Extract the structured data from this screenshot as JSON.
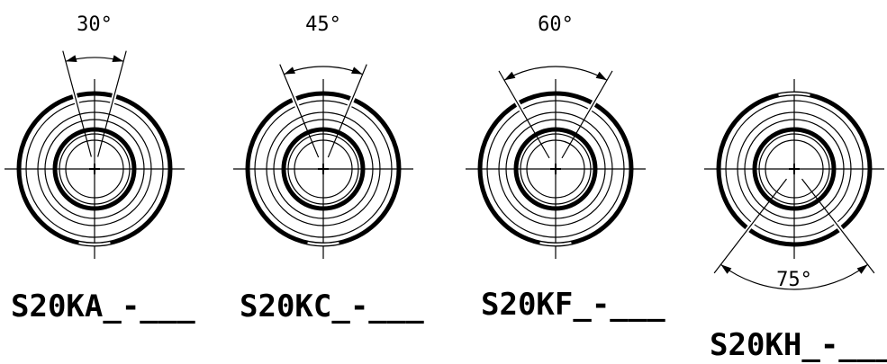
{
  "views": [
    {
      "name": "S20KA_-___",
      "angle_label": "30°",
      "angle_deg": 30,
      "angle_side": "top"
    },
    {
      "name": "S20KC_-___",
      "angle_label": "45°",
      "angle_deg": 45,
      "angle_side": "top"
    },
    {
      "name": "S20KF_-___",
      "angle_label": "60°",
      "angle_deg": 60,
      "angle_side": "top"
    },
    {
      "name": "S20KH_-___",
      "angle_label": "75°",
      "angle_deg": 75,
      "angle_side": "bottom"
    }
  ],
  "colors": {
    "line": "#000000",
    "background": "#ffffff"
  }
}
